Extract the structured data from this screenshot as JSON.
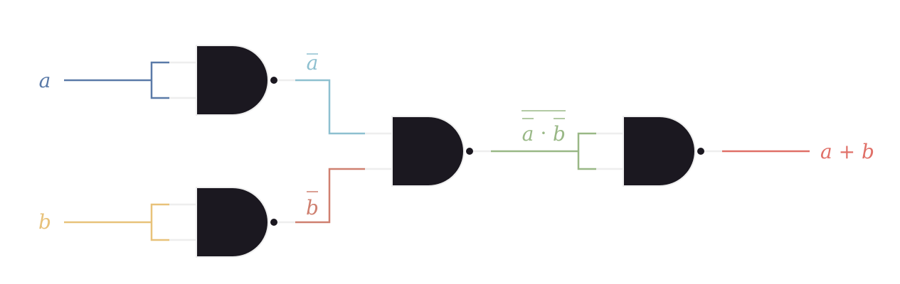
{
  "inputs": {
    "a": {
      "label": "a",
      "color": "#5a7aa8"
    },
    "b": {
      "label": "b",
      "color": "#e8c27a"
    }
  },
  "wires": {
    "not_a": {
      "label": "a",
      "overline": true,
      "color": "#8ec0d0"
    },
    "not_b": {
      "label": "b",
      "overline": true,
      "color": "#cf8070"
    },
    "and_ab": {
      "left": "a",
      "dot": "·",
      "right": "b",
      "outer_overline": true,
      "color": "#99b886"
    },
    "output": {
      "label": "a + b",
      "color": "#e07068"
    }
  },
  "gates": {
    "type": "NAND",
    "fill": "#1b1820",
    "outline": "#eeeeee",
    "bubble": "#1b1820",
    "stub": "#eeeeee"
  }
}
